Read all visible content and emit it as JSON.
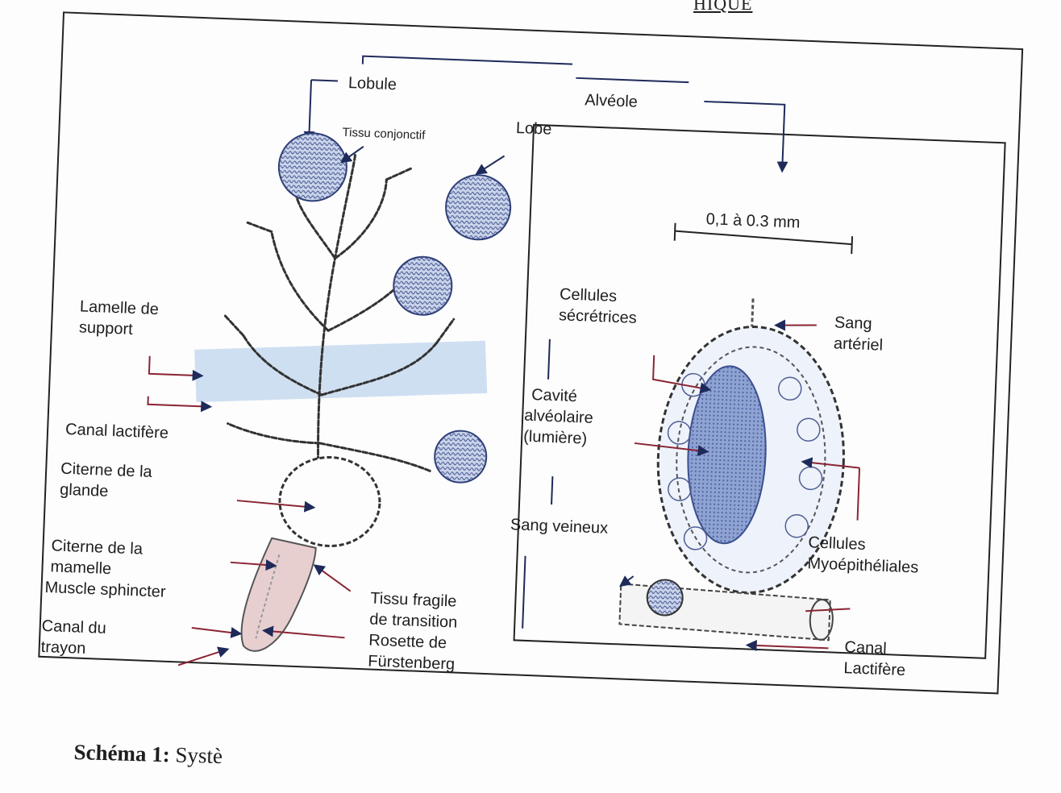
{
  "header_fragment": "HIQUE",
  "labels": {
    "lobule": "Lobule",
    "alveole": "Alvéole",
    "lobe": "Lobe",
    "tissu_conjonctif": "Tissu conjonctif",
    "lamelle": [
      "Lamelle de",
      "support"
    ],
    "canal_lactifere": "Canal lactifère",
    "citerne_glande": [
      "Citerne de la",
      "glande"
    ],
    "citerne_mamelle": [
      "Citerne de la",
      "mamelle"
    ],
    "muscle_sphincter": "Muscle sphincter",
    "canal_trayon": [
      "Canal du",
      "trayon"
    ],
    "tissu_fragile": [
      "Tissu fragile",
      "de transition"
    ],
    "rosette": [
      "Rosette de",
      "Fürstenberg"
    ],
    "scale": "0,1 à 0.3 mm",
    "cellules_secretrices": [
      "Cellules",
      "sécrétrices"
    ],
    "sang_arteriel": [
      "Sang",
      "artériel"
    ],
    "cavite": [
      "Cavité",
      "alvéolaire",
      "(lumière)"
    ],
    "sang_veineux": "Sang veineux",
    "myoepitheliales": [
      "Cellules",
      "Myoépithéliales"
    ],
    "canal_lactifere_right": [
      "Canal",
      "Lactifère"
    ]
  },
  "caption": {
    "bold": "Schéma 1:",
    "text": " Systè"
  },
  "colors": {
    "band": "#c9dbef",
    "tissue": "#5a6fa8",
    "cistern": "#e8cfcf",
    "red_line": "#8a2434",
    "ink": "#1e1e1e"
  }
}
